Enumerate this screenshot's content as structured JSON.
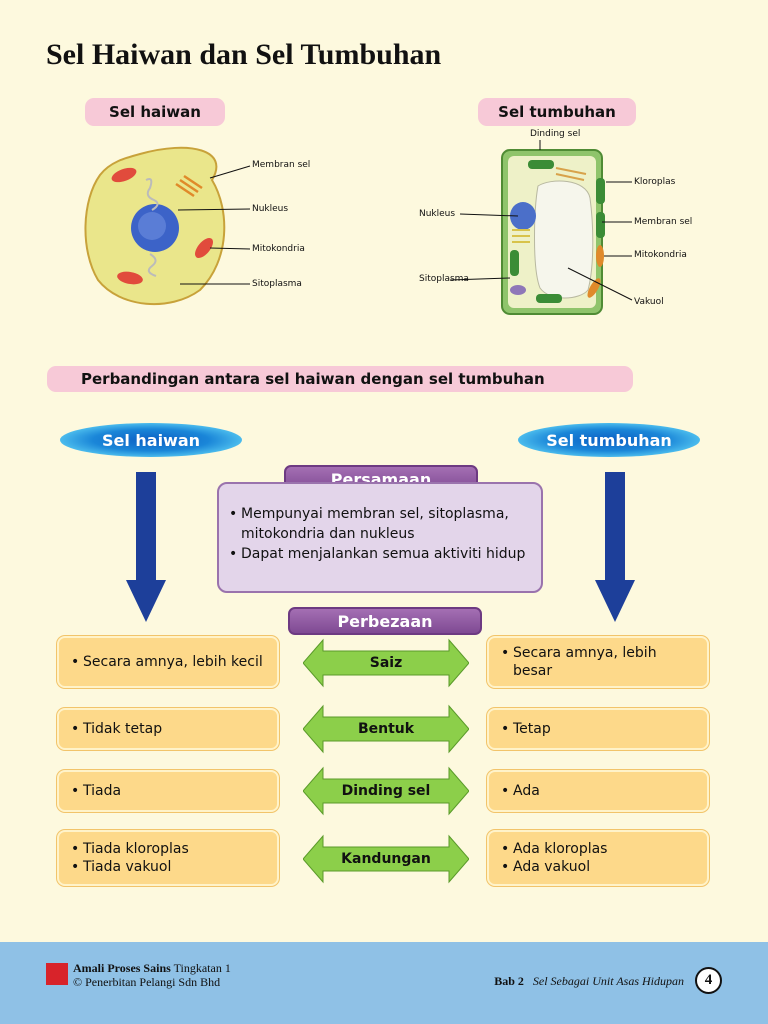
{
  "title": "Sel Haiwan dan Sel Tumbuhan",
  "animal_cell": {
    "heading": "Sel haiwan",
    "labels": [
      "Membran sel",
      "Nukleus",
      "Mitokondria",
      "Sitoplasma"
    ]
  },
  "plant_cell": {
    "heading": "Sel tumbuhan",
    "labels": {
      "dinding_sel": "Dinding sel",
      "kloroplas": "Kloroplas",
      "nukleus": "Nukleus",
      "membran_sel": "Membran sel",
      "mitokondria": "Mitokondria",
      "sitoplasma": "Sitoplasma",
      "vakuol": "Vakuol"
    }
  },
  "comparison": {
    "heading": "Perbandingan antara sel haiwan dengan sel tumbuhan",
    "left_label": "Sel haiwan",
    "right_label": "Sel tumbuhan",
    "similarity_title": "Persamaan",
    "similarities": [
      "Mempunyai membran sel, sitoplasma, mitokondria dan nukleus",
      "Dapat menjalankan semua aktiviti hidup"
    ],
    "difference_title": "Perbezaan",
    "bullet": "•",
    "rows": [
      {
        "aspect": "Saiz",
        "animal": [
          "Secara amnya, lebih kecil"
        ],
        "plant": [
          "Secara amnya, lebih besar"
        ]
      },
      {
        "aspect": "Bentuk",
        "animal": [
          "Tidak tetap"
        ],
        "plant": [
          "Tetap"
        ]
      },
      {
        "aspect": "Dinding sel",
        "animal": [
          "Tiada"
        ],
        "plant": [
          "Ada"
        ]
      },
      {
        "aspect": "Kandungan",
        "animal": [
          "Tiada kloroplas",
          "Tiada vakuol"
        ],
        "plant": [
          "Ada kloroplas",
          "Ada vakuol"
        ]
      }
    ]
  },
  "footer": {
    "book_title": "Amali Proses Sains",
    "level": "Tingkatan 1",
    "publisher": "© Penerbitan Pelangi Sdn Bhd",
    "chapter": "Bab 2",
    "chapter_title": "Sel Sebagai Unit Asas Hidupan",
    "page": "4"
  },
  "colors": {
    "background": "#fdf9de",
    "pink_pill": "#f7c9d7",
    "purple": "#7f4a93",
    "orange_box": "#fdd98a",
    "green_arrow": "#8ccf4a",
    "blue_arrow": "#1d3f9a",
    "footer": "#8fc1e6"
  }
}
